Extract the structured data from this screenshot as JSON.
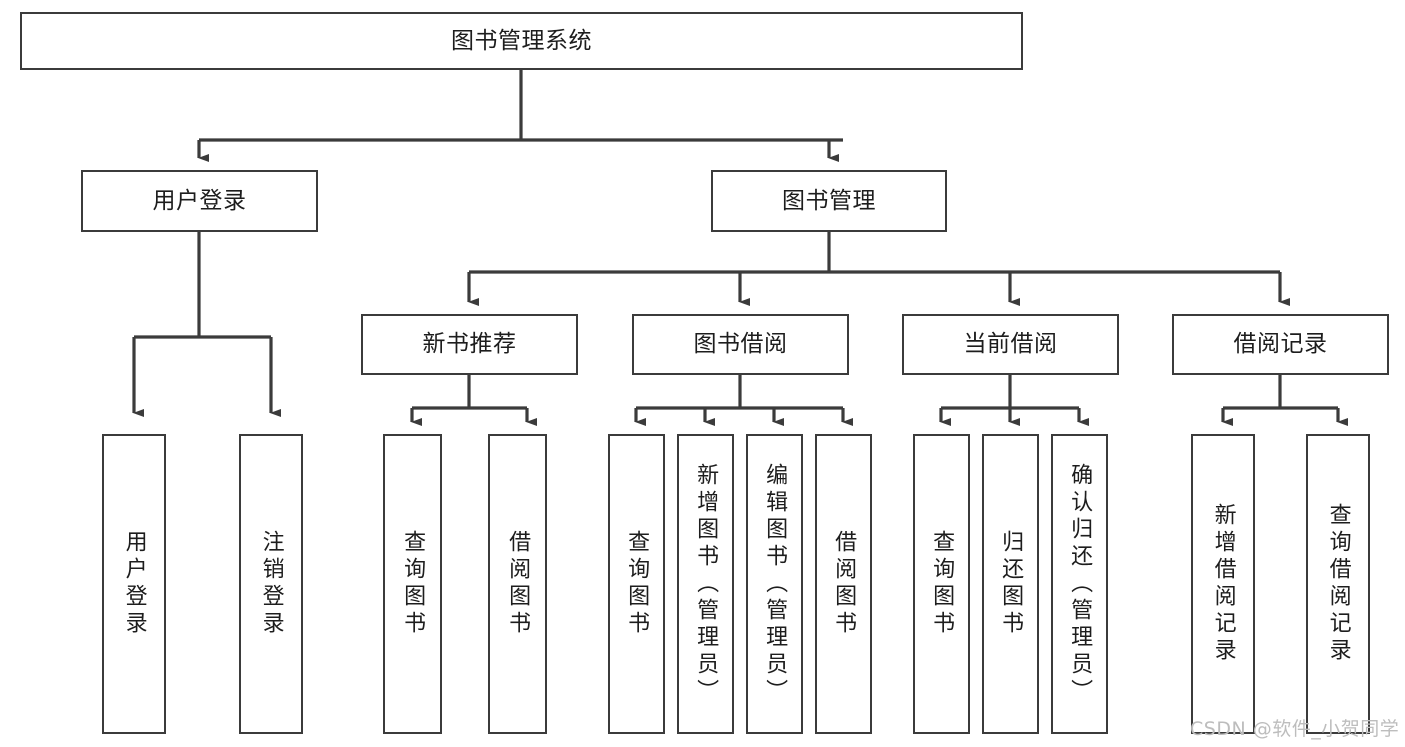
{
  "diagram": {
    "type": "tree-hierarchy",
    "orientation": "top-down",
    "root": {
      "id": "system",
      "label": "图书管理系统"
    },
    "level2": [
      {
        "id": "user-login",
        "label": "用户登录"
      },
      {
        "id": "book-management",
        "label": "图书管理"
      }
    ],
    "level3": [
      {
        "id": "new-book-recommend",
        "label": "新书推荐",
        "parent": "book-management"
      },
      {
        "id": "book-borrow",
        "label": "图书借阅",
        "parent": "book-management"
      },
      {
        "id": "current-borrow",
        "label": "当前借阅",
        "parent": "book-management"
      },
      {
        "id": "borrow-record",
        "label": "借阅记录",
        "parent": "book-management"
      }
    ],
    "leaves": [
      {
        "id": "leaf-user-login",
        "label": "用户登录",
        "parent": "user-login"
      },
      {
        "id": "leaf-user-logout",
        "label": "注销登录",
        "parent": "user-login"
      },
      {
        "id": "leaf-query-book-1",
        "label": "查询图书",
        "parent": "new-book-recommend"
      },
      {
        "id": "leaf-borrow-book-1",
        "label": "借阅图书",
        "parent": "new-book-recommend"
      },
      {
        "id": "leaf-query-book-2",
        "label": "查询图书",
        "parent": "book-borrow"
      },
      {
        "id": "leaf-add-book",
        "label": "新增图书（管理员）",
        "parent": "book-borrow"
      },
      {
        "id": "leaf-edit-book",
        "label": "编辑图书（管理员）",
        "parent": "book-borrow"
      },
      {
        "id": "leaf-borrow-book-2",
        "label": "借阅图书",
        "parent": "book-borrow"
      },
      {
        "id": "leaf-query-book-3",
        "label": "查询图书",
        "parent": "current-borrow"
      },
      {
        "id": "leaf-return-book",
        "label": "归还图书",
        "parent": "current-borrow"
      },
      {
        "id": "leaf-confirm-return",
        "label": "确认归还（管理员）",
        "parent": "current-borrow"
      },
      {
        "id": "leaf-add-record",
        "label": "新增借阅记录",
        "parent": "borrow-record"
      },
      {
        "id": "leaf-query-record",
        "label": "查询借阅记录",
        "parent": "borrow-record"
      }
    ]
  },
  "watermark": {
    "text": "CSDN @软件_小贺同学"
  },
  "colors": {
    "stroke": "#3b3b3b",
    "background": "#ffffff",
    "text": "#1d1d1d",
    "watermark": "#bdbdbd"
  }
}
